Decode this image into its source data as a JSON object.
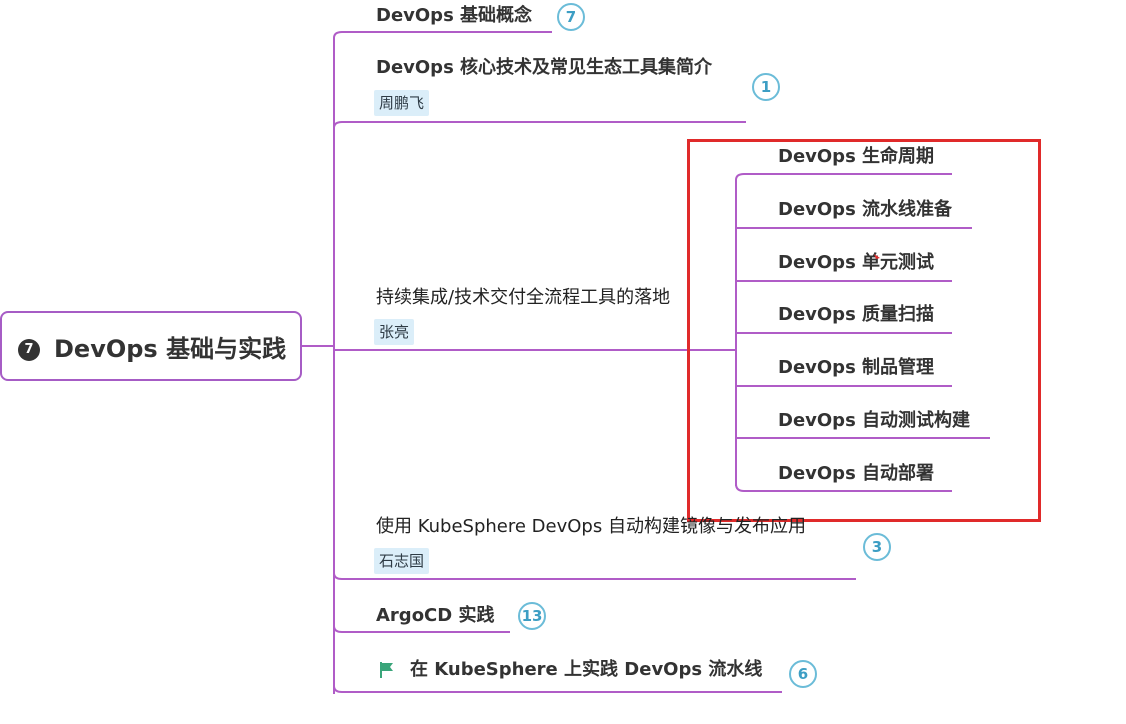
{
  "root": {
    "icon_text": "7",
    "title": "DevOps 基础与实践"
  },
  "branches": [
    {
      "title": "DevOps 基础概念",
      "count": "7"
    },
    {
      "title": "DevOps 核心技术及常见生态工具集简介",
      "label": "周鹏飞",
      "count": "1"
    },
    {
      "title": "持续集成/技术交付全流程工具的落地",
      "label": "张亮"
    },
    {
      "title": "使用 KubeSphere DevOps 自动构建镜像与发布应用",
      "label": "石志国",
      "count": "3"
    },
    {
      "title": "ArgoCD 实践",
      "count": "13"
    },
    {
      "title": "在 KubeSphere 上实践 DevOps 流水线",
      "count": "6",
      "icon": "flag-icon"
    }
  ],
  "subtopics": [
    "DevOps 生命周期",
    "DevOps 流水线准备",
    "DevOps 单元测试",
    "DevOps 质量扫描",
    "DevOps 制品管理",
    "DevOps 自动测试构建",
    "DevOps 自动部署"
  ],
  "colors": {
    "connector": "#b05cc7",
    "highlight_frame": "#e02a2a",
    "badge": "#6bbcd8",
    "label_bg": "#dbeef9",
    "flag": "#3aa57a"
  }
}
